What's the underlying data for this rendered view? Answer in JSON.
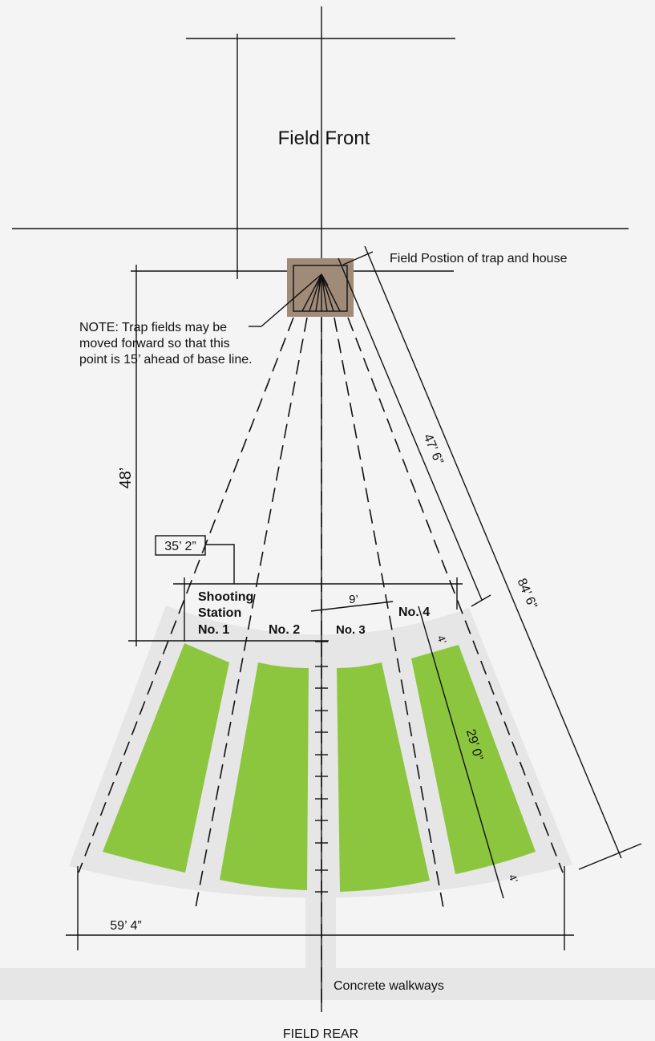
{
  "labels": {
    "field_front": "Field Front",
    "field_rear": "FIELD REAR",
    "trap_position": "Field Postion of trap and house",
    "note_line1": "NOTE: Trap fields may be",
    "note_line2": "moved forward so that this",
    "note_line3": "point is 15’ ahead of base line.",
    "shooting_line1": "Shooting",
    "shooting_line2": "Station",
    "station_1": "No. 1",
    "station_2": "No. 2",
    "station_3": "No. 3",
    "station_4": "No. 4",
    "concrete": "Concrete walkways"
  },
  "dimensions": {
    "d48": "48’",
    "d35_2": "35’ 2”",
    "d9": "9’",
    "d47_6": "47’ 6”",
    "d84_6": "84’ 6”",
    "d29_0": "29’ 0”",
    "d4_top": "4’",
    "d4_bottom": "4’",
    "d59_4": "59’ 4”"
  },
  "colors": {
    "walkway": "#e6e6e6",
    "grass": "#8cc63f",
    "trap_house": "#a08a78",
    "line": "#111111",
    "background": "#f4f4f4"
  }
}
